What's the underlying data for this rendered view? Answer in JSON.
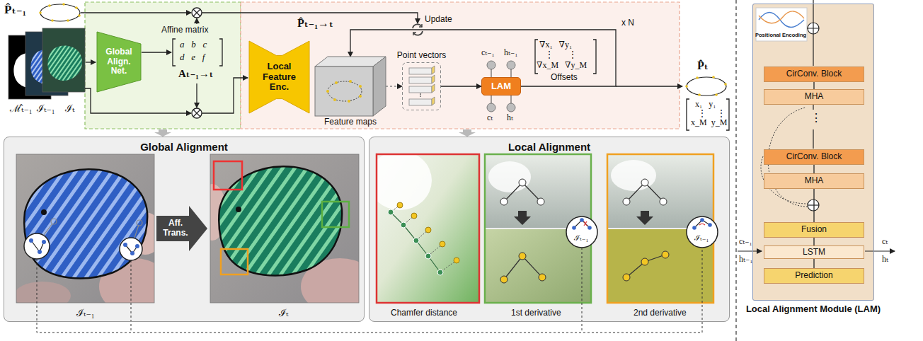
{
  "diagram": {
    "nodes": [
      {
        "text": [
          "Global Align. Net."
        ]
      },
      {
        "text": [
          "Local Feature Enc."
        ]
      },
      {
        "text": [
          "Feature maps"
        ]
      },
      {
        "text": [
          "Point vectors"
        ]
      },
      {
        "text": [
          "LAM"
        ]
      },
      {
        "text": [
          "Global Alignment"
        ]
      },
      {
        "text": [
          "Aff. Trans."
        ],
        "in": 5
      },
      {
        "text": [
          "Local Alignment"
        ]
      },
      {
        "text": [
          "Local Alignment Module (LAM)"
        ]
      },
      {
        "text": [
          "CirConv. Block"
        ],
        "in": 8
      },
      {
        "text": [
          "MHA"
        ],
        "in": 8
      },
      {
        "text": [
          "CirConv. Block"
        ],
        "in": 8
      },
      {
        "text": [
          "MHA"
        ],
        "in": 8
      },
      {
        "text": [
          "Fusion"
        ],
        "in": 8
      },
      {
        "text": [
          "LSTM"
        ],
        "in": 8
      },
      {
        "text": [
          "Prediction"
        ],
        "in": 8
      }
    ],
    "edges": [
      {
        "from": 2,
        "to": 3,
        "arrow": "to"
      },
      {
        "from": 3,
        "to": 4,
        "arrow": "to"
      },
      {
        "from": 4,
        "to": 2,
        "arrow": "to"
      },
      {
        "from": 9,
        "to": 10,
        "arrow": "none"
      },
      {
        "from": 11,
        "to": 12,
        "arrow": "none"
      },
      {
        "from": 12,
        "to": 13,
        "arrow": "none"
      },
      {
        "from": 13,
        "to": 14,
        "arrow": "none"
      },
      {
        "from": 14,
        "to": 15,
        "arrow": "none"
      }
    ],
    "labels": [
      "P̂ₜ₋₁",
      "ℳ̂ₜ₋₁",
      "ℐₜ₋₁",
      "ℐₜ",
      "Affine matrix",
      "a   b   c",
      "d   e   f",
      "Aₜ₋₁→ₜ",
      "P̂ₜ₋₁→ₜ",
      "Update",
      "cₜ₋₁",
      "hₜ₋₁",
      "cₜ",
      "hₜ",
      "∇x₁   ∇y₁",
      "⋮       ⋮",
      "∇x_M   ∇y_M",
      "Offsets",
      "x N",
      "P̂ₜ",
      "x₁   y₁",
      "⋮     ⋮",
      "x_M  y_M",
      "ℐₜ₋₁",
      "ℐₜ",
      "Chamfer distance",
      "1st derivative",
      "2nd derivative",
      "ℐₜ₋₁",
      "ℐₜ₋₁",
      "Positional Encoding",
      "⋮",
      "cₜ₋₁",
      "hₜ₋₁",
      "cₜ",
      "hₜ"
    ]
  }
}
